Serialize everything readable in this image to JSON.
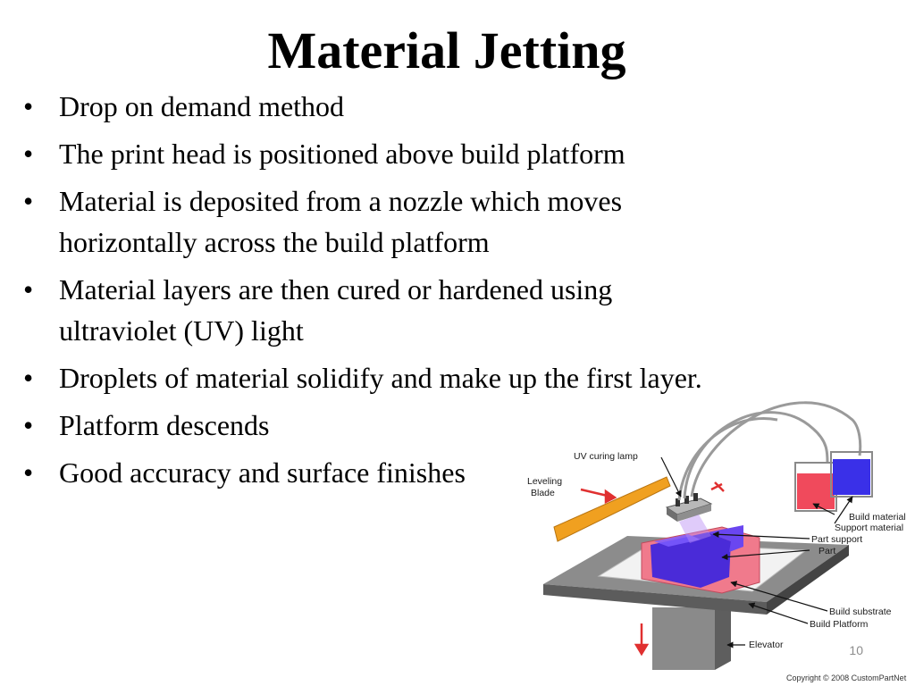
{
  "slide": {
    "title": "Material Jetting",
    "bullets": [
      "Drop on demand method",
      "The print head is positioned above build platform",
      "Material is deposited from a nozzle which moves horizontally across the build platform",
      "Material layers are then cured or hardened using ultraviolet (UV) light",
      "Droplets of material solidify and make up the first layer.",
      "Platform descends",
      "Good accuracy and surface finishes"
    ],
    "slide_number": "10"
  },
  "diagram": {
    "labels": {
      "uv_curing_lamp": "UV curing lamp",
      "leveling": "Leveling",
      "blade": "Blade",
      "build_material": "Build material",
      "support_material": "Support material",
      "part_support": "Part support",
      "part": "Part",
      "build_substrate": "Build substrate",
      "build_platform": "Build Platform",
      "elevator": "Elevator"
    },
    "copyright": "Copyright © 2008 CustomPartNet",
    "colors": {
      "part": "#4a2bd8",
      "support": "#f07a8c",
      "blade": "#f0a020",
      "platform": "#707070",
      "arrow": "#e03030"
    }
  }
}
